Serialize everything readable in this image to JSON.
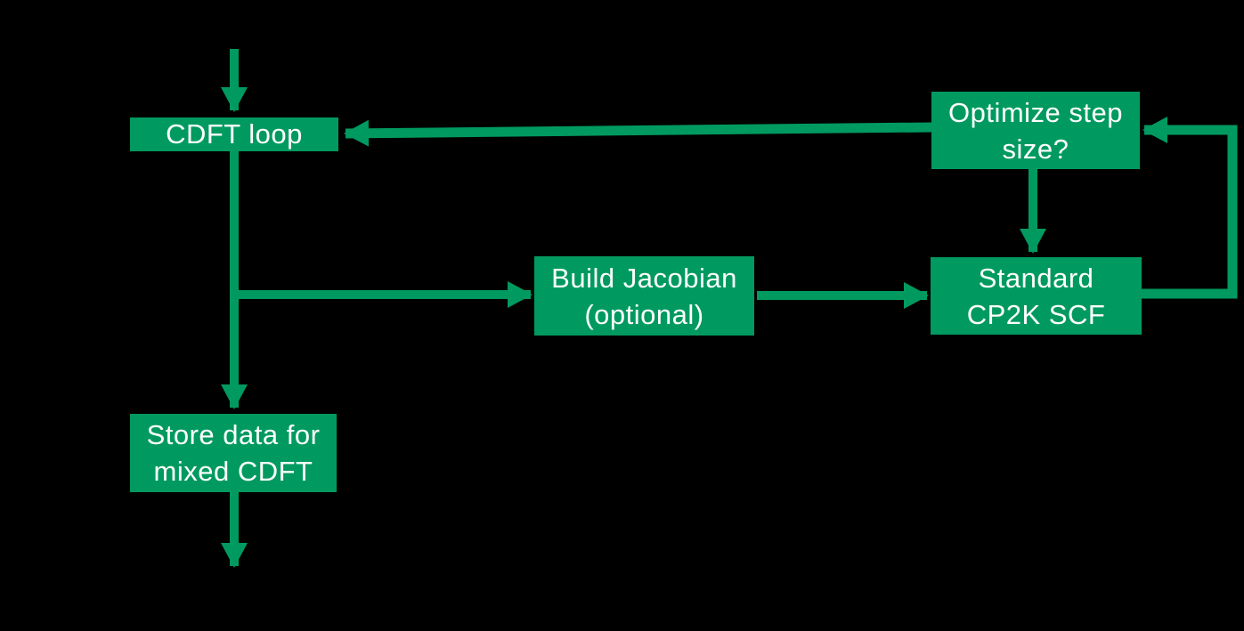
{
  "diagram": {
    "type": "flowchart",
    "colors": {
      "node_fill": "#009a60",
      "arrow": "#009a60",
      "node_text": "#ffffff",
      "background": "#000000"
    },
    "nodes": {
      "cdft_loop": {
        "label": "CDFT loop"
      },
      "optimize_step": {
        "label": "Optimize step\nsize?"
      },
      "build_jacobian": {
        "label": "Build Jacobian\n(optional)"
      },
      "standard_scf": {
        "label": "Standard\nCP2K SCF"
      },
      "store_data": {
        "label": "Store data for\nmixed CDFT"
      }
    },
    "edges": [
      {
        "from": "start (top entry)",
        "to": "cdft_loop",
        "direction": "down"
      },
      {
        "from": "cdft_loop",
        "to": "build_jacobian",
        "direction": "right"
      },
      {
        "from": "build_jacobian",
        "to": "standard_scf",
        "direction": "right"
      },
      {
        "from": "standard_scf",
        "to": "optimize_step",
        "direction": "right-up loop"
      },
      {
        "from": "optimize_step",
        "to": "standard_scf",
        "direction": "down"
      },
      {
        "from": "optimize_step",
        "to": "cdft_loop",
        "direction": "long left return"
      },
      {
        "from": "cdft_loop",
        "to": "store_data",
        "direction": "down"
      },
      {
        "from": "store_data",
        "to": "end (bottom exit)",
        "direction": "down"
      }
    ]
  }
}
